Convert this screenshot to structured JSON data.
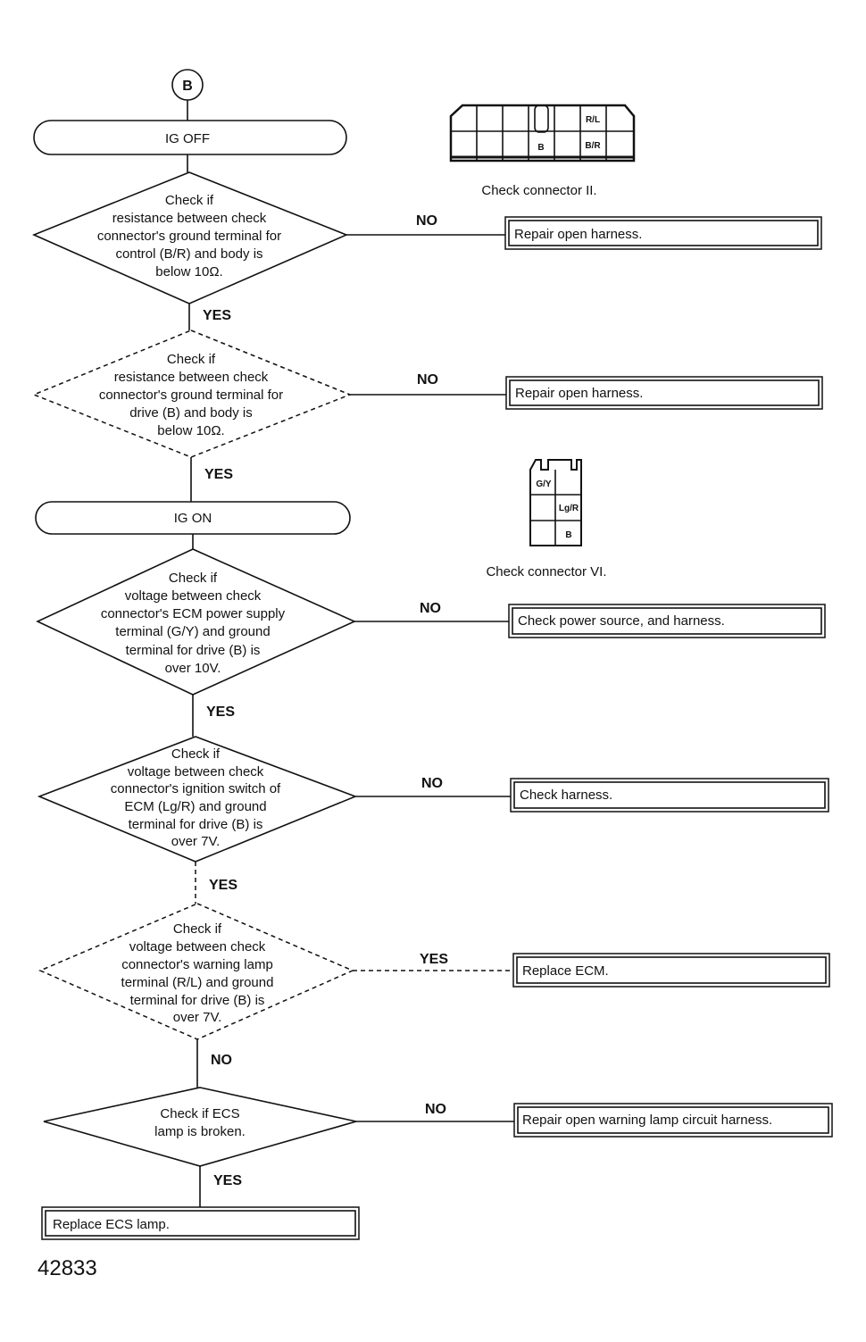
{
  "start_connector": "B",
  "steps": {
    "ig_off": "IG OFF",
    "ig_on": "IG ON"
  },
  "decisions": [
    {
      "lines": [
        "Check if",
        "resistance between check",
        "connector's ground terminal for",
        "control (B/R) and body is",
        "below 10Ω."
      ],
      "exit": "NO",
      "continue": "YES",
      "action": "Repair open harness."
    },
    {
      "lines": [
        "Check if",
        "resistance between check",
        "connector's ground terminal for",
        "drive (B) and body is",
        "below 10Ω."
      ],
      "exit": "NO",
      "continue": "YES",
      "action": "Repair open harness."
    },
    {
      "lines": [
        "Check if",
        "voltage between check",
        "connector's ECM power supply",
        "terminal (G/Y) and ground",
        "terminal for drive (B) is",
        "over 10V."
      ],
      "exit": "NO",
      "continue": "YES",
      "action": "Check power source, and harness."
    },
    {
      "lines": [
        "Check if",
        "voltage between check",
        "connector's ignition switch of",
        "ECM (Lg/R) and ground",
        "terminal for drive (B) is",
        "over 7V."
      ],
      "exit": "NO",
      "continue": "YES",
      "action": "Check harness."
    },
    {
      "lines": [
        "Check if",
        "voltage between check",
        "connector's warning lamp",
        "terminal (R/L) and ground",
        "terminal for drive (B) is",
        "over 7V."
      ],
      "exit": "YES",
      "continue": "NO",
      "action": "Replace ECM."
    },
    {
      "lines": [
        "Check if ECS",
        "lamp is broken."
      ],
      "exit": "NO",
      "continue": "YES",
      "action": "Repair open warning lamp circuit harness."
    }
  ],
  "final_action": "Replace ECS lamp.",
  "connector_ii": {
    "caption": "Check connector II.",
    "pin_rl": "R/L",
    "pin_b": "B",
    "pin_br": "B/R"
  },
  "connector_vi": {
    "caption": "Check connector VI.",
    "pin_gy": "G/Y",
    "pin_lgr": "Lg/R",
    "pin_b": "B"
  },
  "figure_number": "42833"
}
